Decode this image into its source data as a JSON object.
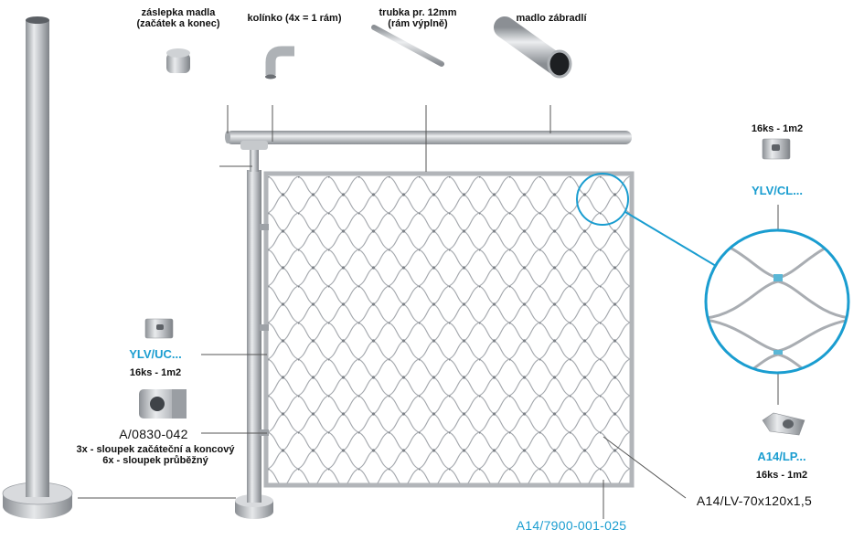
{
  "parts": {
    "handrail_cap": {
      "line1": "záslepka madla",
      "line2": "(začátek a konec)"
    },
    "elbow": "kolínko (4x = 1 rám)",
    "tube": {
      "line1": "trubka pr. 12mm",
      "line2": "(rám výplně)"
    },
    "handrail": "madlo zábradlí",
    "clip_top": {
      "qty": "16ks - 1m2",
      "code": "YLV/CL..."
    },
    "clip_left": {
      "code": "YLV/UC...",
      "qty": "16ks - 1m2"
    },
    "bracket": {
      "code": "A/0830-042",
      "line1": "3x - sloupek začáteční a koncový",
      "line2": "6x - sloupek průběžný"
    },
    "ferrule": {
      "code": "A14/LP...",
      "qty": "16ks - 1m2"
    },
    "mesh": {
      "code": "A14/LV-70x120x1,5"
    },
    "frame_code": "A14/7900-001-025"
  },
  "colors": {
    "accent": "#1a9dd0",
    "steel": "#b9bcc0",
    "text": "#111111"
  }
}
